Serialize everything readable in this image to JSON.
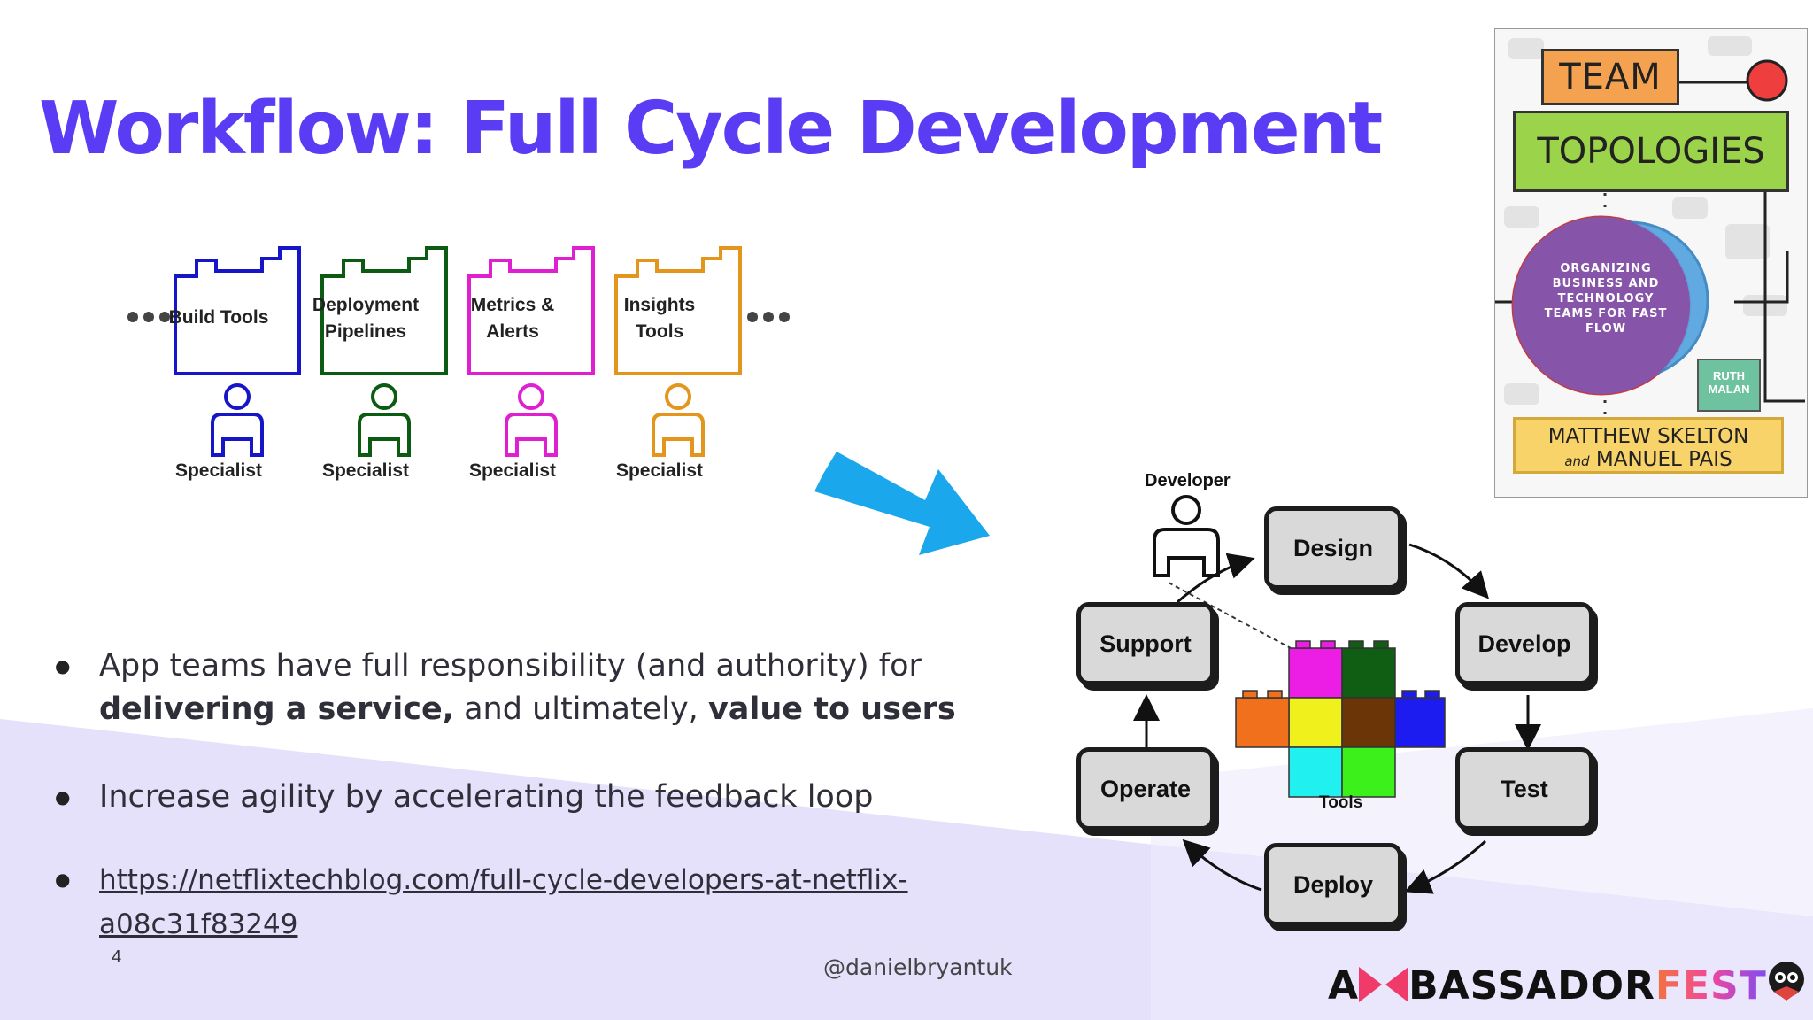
{
  "slide": {
    "title": "Workflow: Full Cycle Development",
    "page_number": "4",
    "handle": "@danielbryantuk"
  },
  "specialists": {
    "items": [
      {
        "tool_line1": "Build Tools",
        "tool_line2": "",
        "role": "Specialist",
        "color": "#1616c8"
      },
      {
        "tool_line1": "Deployment",
        "tool_line2": "Pipelines",
        "role": "Specialist",
        "color": "#0b5b12"
      },
      {
        "tool_line1": "Metrics &",
        "tool_line2": "Alerts",
        "role": "Specialist",
        "color": "#e020d0"
      },
      {
        "tool_line1": "Insights",
        "tool_line2": "Tools",
        "role": "Specialist",
        "color": "#e3951c"
      }
    ]
  },
  "arrow_color": "#1aa7ec",
  "bullets": {
    "b1_text": "App teams have full responsibility (and authority) for",
    "b1_bold1": "delivering a service,",
    "b1_mid": " and ultimately, ",
    "b1_bold2": "value to users",
    "b2": "Increase agility by accelerating the feedback loop",
    "b3_link": "https://netflixtechblog.com/full-cycle-developers-at-netflix-a08c31f83249"
  },
  "cycle": {
    "developer_label": "Developer",
    "tools_label": "Tools",
    "stages": {
      "design": "Design",
      "develop": "Develop",
      "test": "Test",
      "deploy": "Deploy",
      "operate": "Operate",
      "support": "Support"
    }
  },
  "book": {
    "title1": "TEAM",
    "title2": "TOPOLOGIES",
    "subtitle_l1": "ORGANIZING",
    "subtitle_l2": "BUSINESS AND",
    "subtitle_l3": "TECHNOLOGY",
    "subtitle_l4": "TEAMS FOR FAST",
    "subtitle_l5": "FLOW",
    "foreword_l1": "RUTH",
    "foreword_l2": "MALAN",
    "author1": "MATTHEW SKELTON",
    "author_and": "and",
    "author2": "MANUEL PAIS"
  },
  "logo": {
    "part1": "A",
    "part2": "BASSADOR",
    "part3": "FEST"
  }
}
